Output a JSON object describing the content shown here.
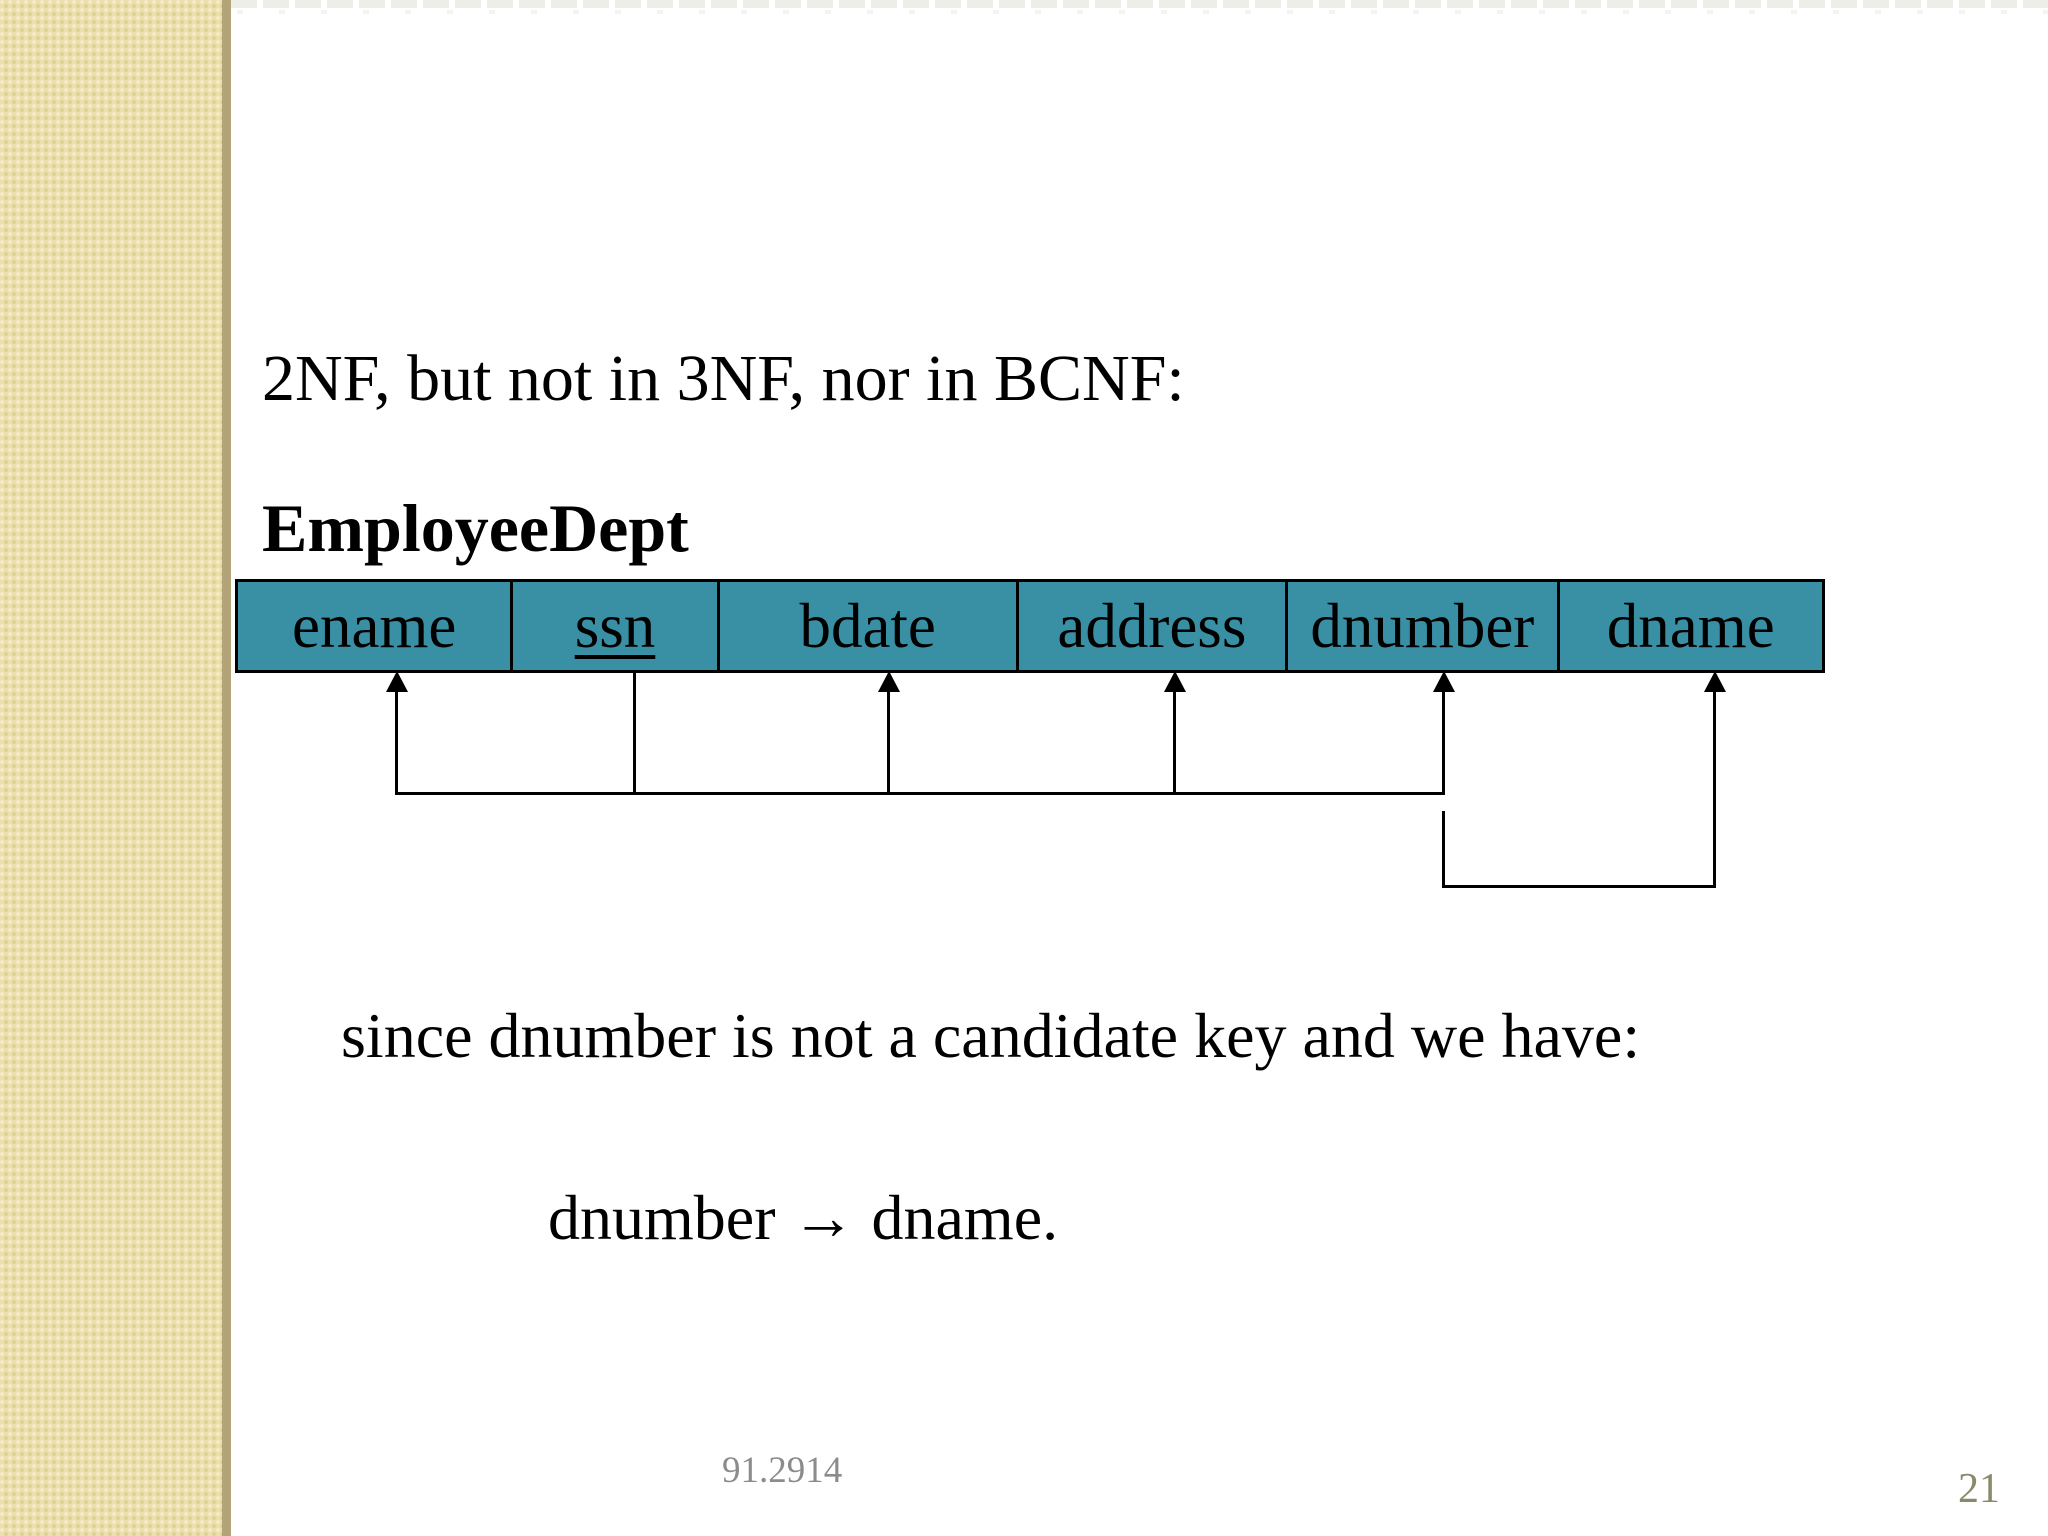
{
  "slide": {
    "title": "2NF, but not in 3NF, nor in BCNF:",
    "relation_name": "EmployeeDept",
    "table": {
      "columns": [
        {
          "label": "ename",
          "is_key": false
        },
        {
          "label": "ssn",
          "is_key": true
        },
        {
          "label": "bdate",
          "is_key": false
        },
        {
          "label": "address",
          "is_key": false
        },
        {
          "label": "dnumber",
          "is_key": false
        },
        {
          "label": "dname",
          "is_key": false
        }
      ]
    },
    "functional_dependencies": [
      {
        "determinant": "ssn",
        "dependents": [
          "ename",
          "bdate",
          "address",
          "dnumber"
        ]
      },
      {
        "determinant": "dnumber",
        "dependents": [
          "dname"
        ]
      }
    ],
    "note": "since dnumber is not a candidate key and we have:",
    "formula": "dnumber → dname.",
    "footer_code": "91.2914",
    "page_number": "21"
  },
  "colors": {
    "table_header_fill": "#398fa4",
    "sidebar_base": "#ebdfad",
    "sidebar_edge": "#b2a478",
    "footer_text": "#8c8c8c",
    "page_number_text": "#8a8a6a",
    "ink": "#000000"
  }
}
